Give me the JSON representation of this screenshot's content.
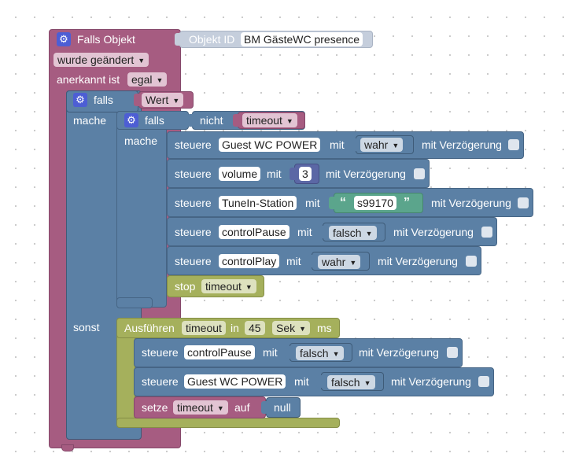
{
  "main_event": {
    "title": "Falls Objekt",
    "object_label": "Objekt ID",
    "object_value": "BM GästeWC presence",
    "change_option": "wurde geändert",
    "ack_label": "anerkannt ist",
    "ack_option": "egal"
  },
  "outer_if": {
    "falls_label": "falls",
    "condition": "Wert",
    "mache_label": "mache",
    "sonst_label": "sonst"
  },
  "inner_if": {
    "falls_label": "falls",
    "not_label": "nicht",
    "condition": "timeout",
    "mache_label": "mache"
  },
  "inner_actions": [
    {
      "verb": "steuere",
      "target": "Guest WC POWER",
      "with": "mit",
      "value": "wahr",
      "delay_label": "mit Verzögerung"
    },
    {
      "verb": "steuere",
      "target": "volume",
      "with": "mit",
      "value": "3",
      "delay_label": "mit Verzögerung"
    },
    {
      "verb": "steuere",
      "target": "TuneIn-Station",
      "with": "mit",
      "value": "s99170",
      "delay_label": "mit Verzögerung"
    },
    {
      "verb": "steuere",
      "target": "controlPause",
      "with": "mit",
      "value": "falsch",
      "delay_label": "mit Verzögerung"
    },
    {
      "verb": "steuere",
      "target": "controlPlay",
      "with": "mit",
      "value": "wahr",
      "delay_label": "mit Verzögerung"
    }
  ],
  "stop_timer": {
    "label": "stop",
    "timer": "timeout"
  },
  "timeout_block": {
    "label": "Ausführen",
    "timer": "timeout",
    "in_label": "in",
    "amount": "45",
    "unit": "Sek",
    "ms_label": "ms"
  },
  "timeout_actions": [
    {
      "verb": "steuere",
      "target": "controlPause",
      "with": "mit",
      "value": "falsch",
      "delay_label": "mit Verzögerung"
    },
    {
      "verb": "steuere",
      "target": "Guest WC POWER",
      "with": "mit",
      "value": "falsch",
      "delay_label": "mit Verzögerung"
    }
  ],
  "set_var": {
    "label": "setze",
    "variable": "timeout",
    "to_label": "auf",
    "value": "null"
  },
  "icons": {
    "settings": "gear-icon",
    "dropdown": "triangle-down-icon",
    "quote_open": "“",
    "quote_close": "”"
  },
  "colors": {
    "event": "#a65c81",
    "control": "#5b80a5",
    "timer": "#a5b05c",
    "math": "#5b67a5",
    "text": "#5ba58c",
    "mutator": "#4d5ed4"
  }
}
